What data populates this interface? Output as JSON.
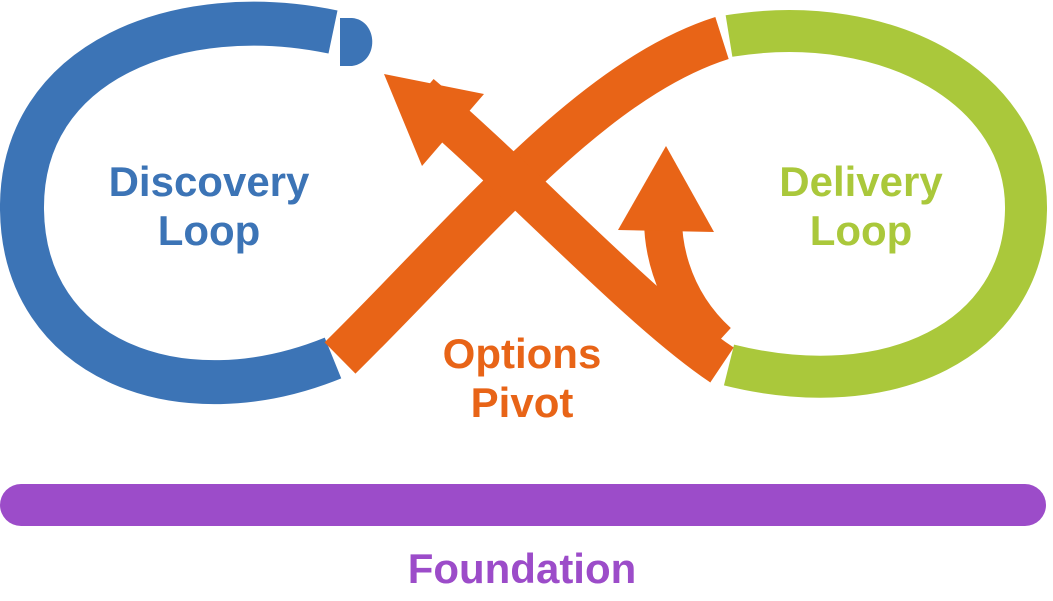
{
  "discovery_loop": {
    "line1": "Discovery",
    "line2": "Loop",
    "color": "#3c74b6"
  },
  "delivery_loop": {
    "line1": "Delivery",
    "line2": "Loop",
    "color": "#aac83b"
  },
  "options_pivot": {
    "line1": "Options",
    "line2": "Pivot",
    "color": "#e86417"
  },
  "foundation": {
    "label": "Foundation",
    "color": "#9c4cc9"
  }
}
